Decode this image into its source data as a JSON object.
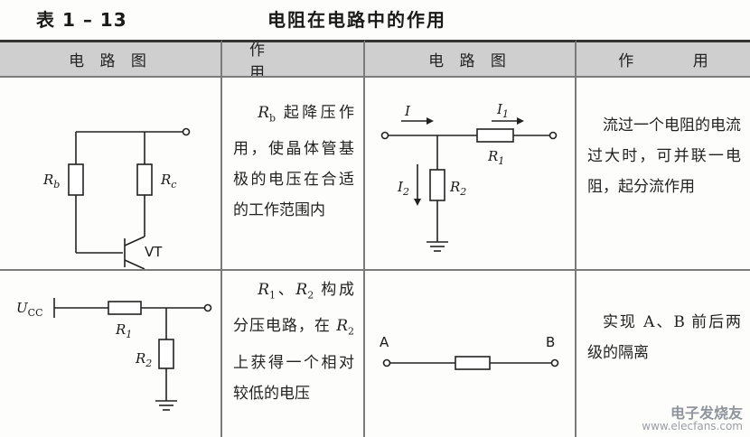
{
  "header": {
    "table_no": "表 1 – 13",
    "title": "电阻在电路中的作用"
  },
  "columns": [
    "电 路 图",
    "作    用",
    "电 路 图",
    "作    用"
  ],
  "rows": [
    {
      "left": {
        "labels": {
          "rb": "R",
          "rb_sub": "b",
          "rc": "R",
          "rc_sub": "c",
          "vt": "VT"
        },
        "text": "起降压作用，使晶体管基极的电压在合适的工作范围内",
        "text_prefix": "R",
        "text_prefix_sub": "b"
      },
      "right": {
        "labels": {
          "i": "I",
          "i1": "I",
          "i1_sub": "1",
          "r1": "R",
          "r1_sub": "1",
          "i2": "I",
          "i2_sub": "2",
          "r2": "R",
          "r2_sub": "2"
        },
        "text": "流过一个电阻的电流过大时，可并联一电阻，起分流作用"
      }
    },
    {
      "left": {
        "labels": {
          "ucc": "U",
          "ucc_sub": "CC",
          "r1": "R",
          "r1_sub": "1",
          "r2": "R",
          "r2_sub": "2"
        },
        "text_a": "R",
        "text_a_sub": "1",
        "text_b": "、",
        "text_c": "R",
        "text_c_sub": "2",
        "text_d": " 构成分压电路，在 ",
        "text_e": "R",
        "text_e_sub": "2",
        "text_f": " 上获得一个相对较低的电压"
      },
      "right": {
        "labels": {
          "a": "A",
          "b": "B"
        },
        "text": "实现 A、B 前后两级的隔离"
      }
    }
  ],
  "watermark": {
    "cn": "电子发烧友",
    "url": "www.elecfans.com"
  }
}
